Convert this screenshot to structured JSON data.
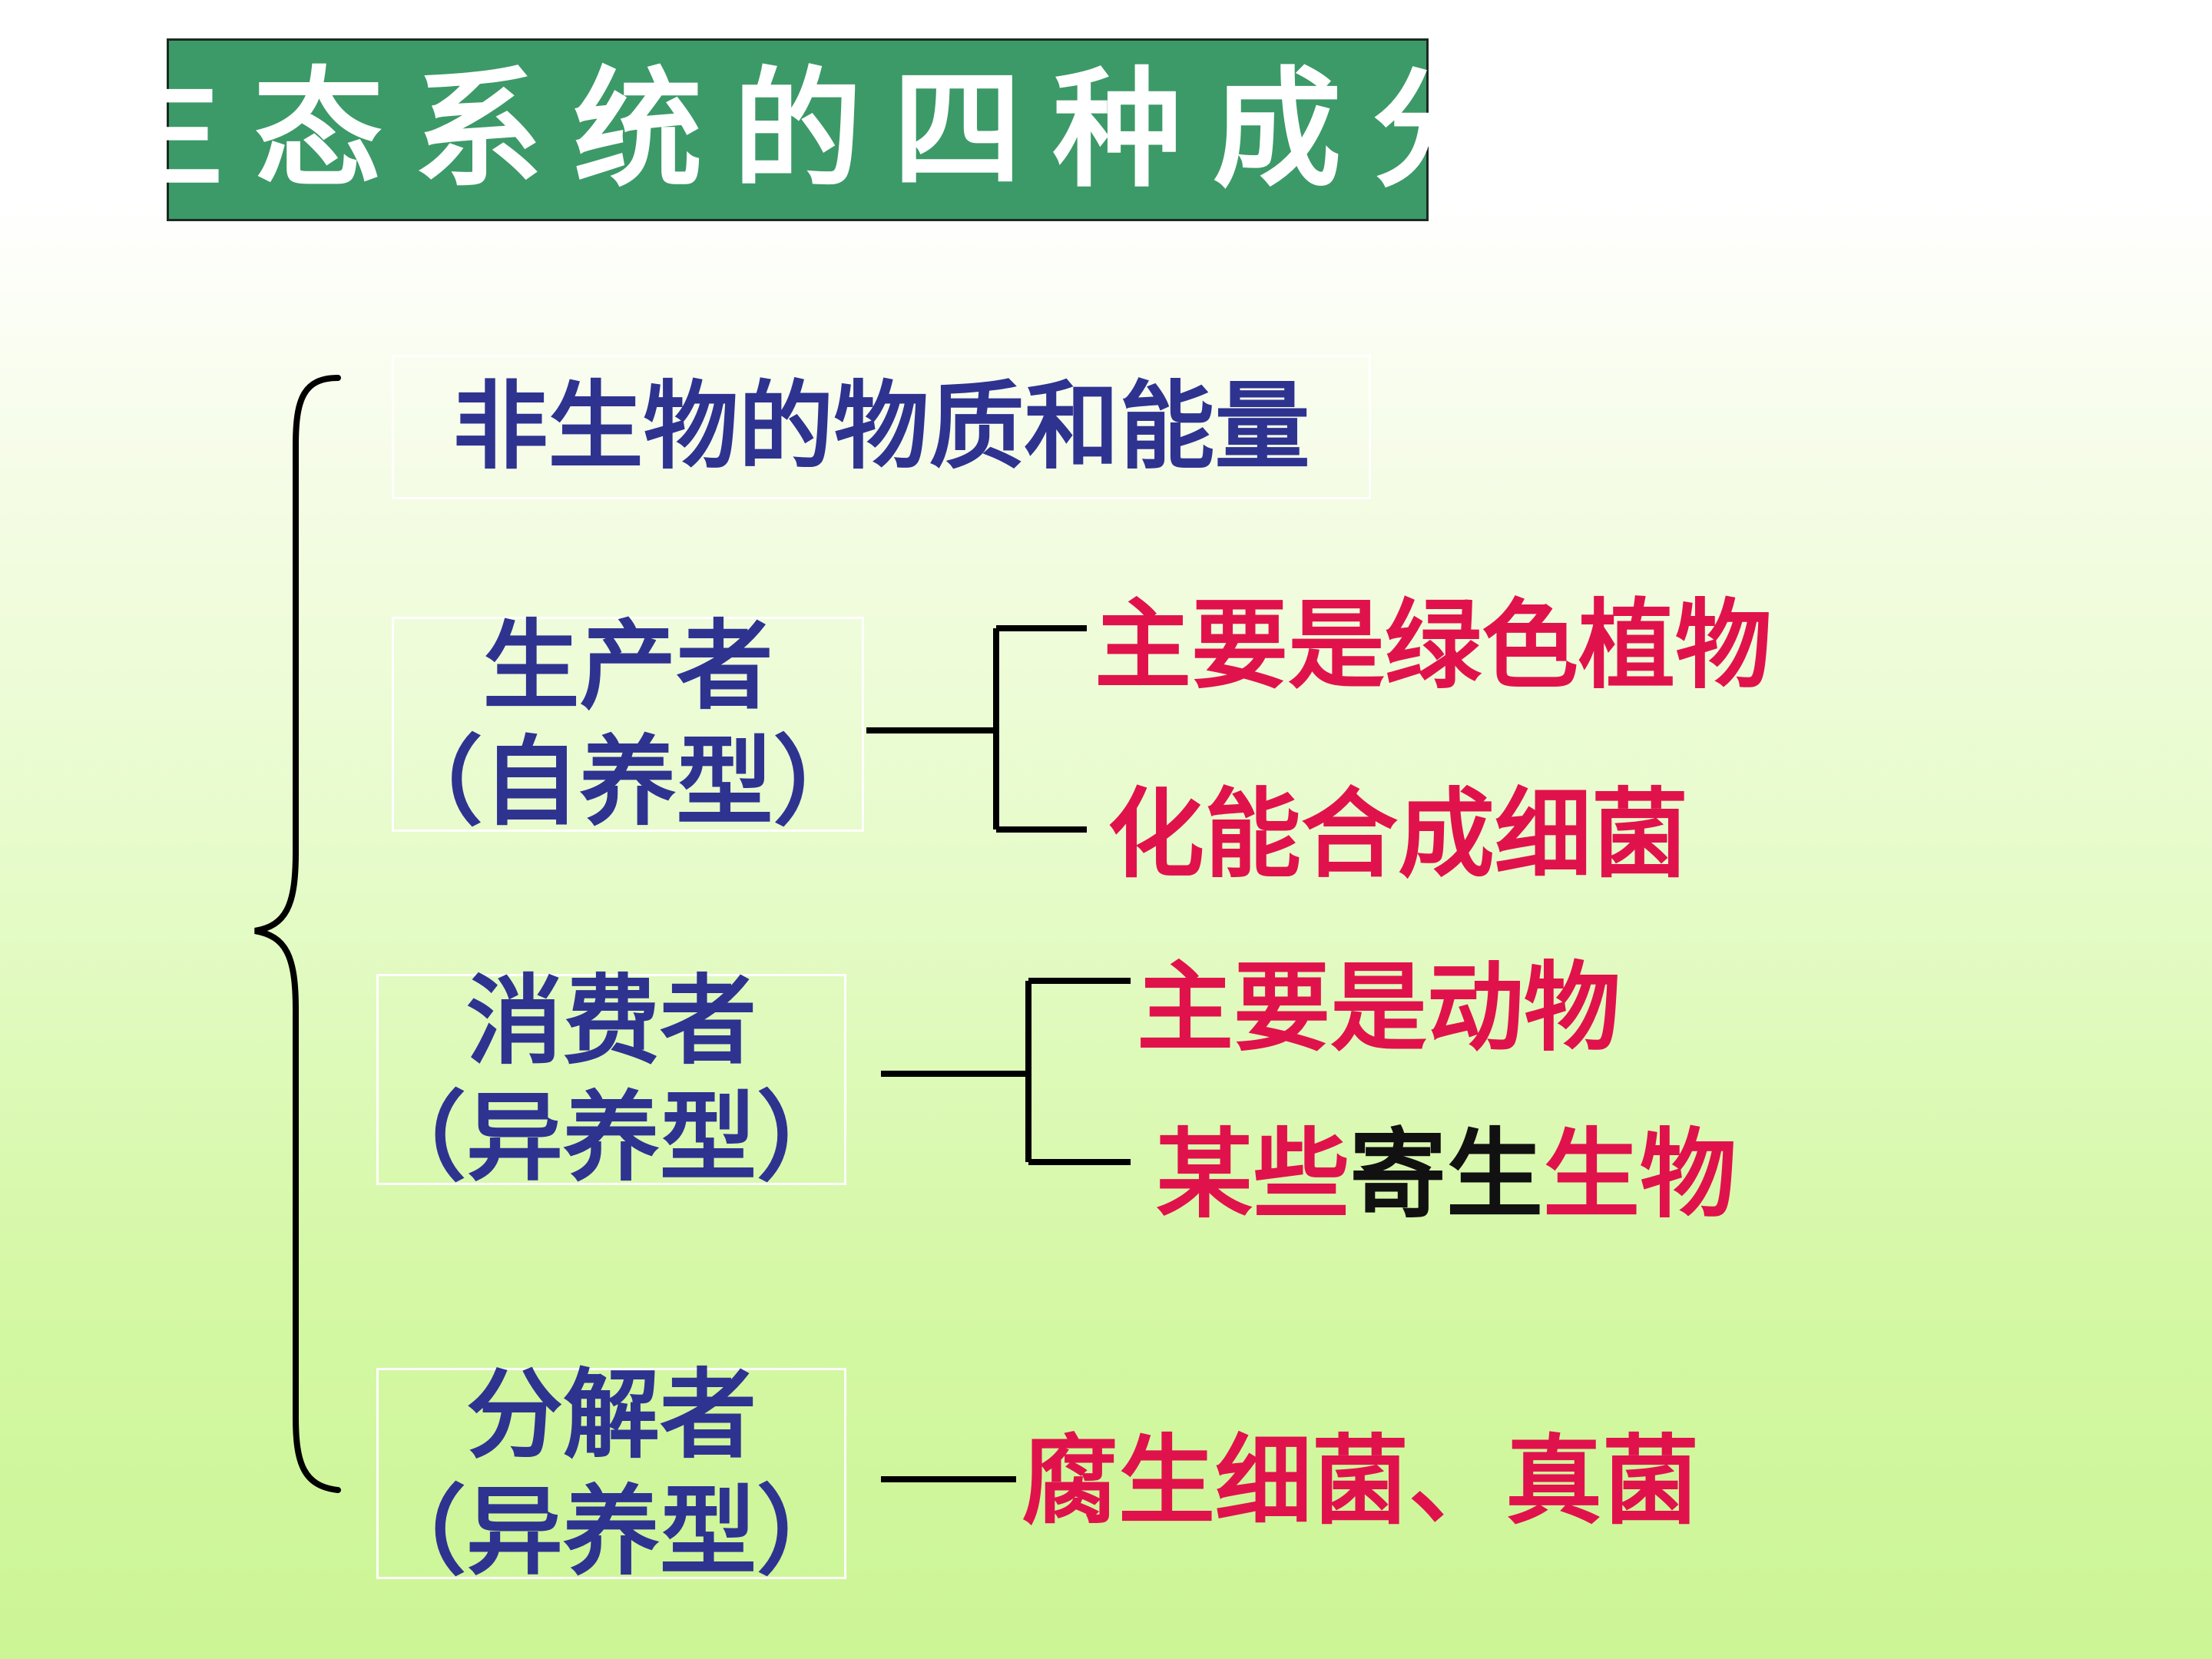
{
  "title": "生态系统的四种成分",
  "components": {
    "abiotic": "非生物的物质和能量",
    "producer": {
      "name": "生产者",
      "type": "（自养型）"
    },
    "consumer": {
      "name": "消费者",
      "type": "（异养型）"
    },
    "decomposer": {
      "name": "分解者",
      "type": "（异养型）"
    }
  },
  "producer_examples": [
    "主要是绿色植物",
    "化能合成细菌"
  ],
  "consumer_examples": {
    "main": "主要是动物",
    "parasite": {
      "part1": "某些",
      "part2": "寄生",
      "part3": "生物"
    }
  },
  "decomposer_examples": "腐生细菌、真菌",
  "colors": {
    "title_bg": "#3c9a68",
    "component_text": "#2e3390",
    "example_text": "#e0124c",
    "highlight_text": "#111111"
  }
}
